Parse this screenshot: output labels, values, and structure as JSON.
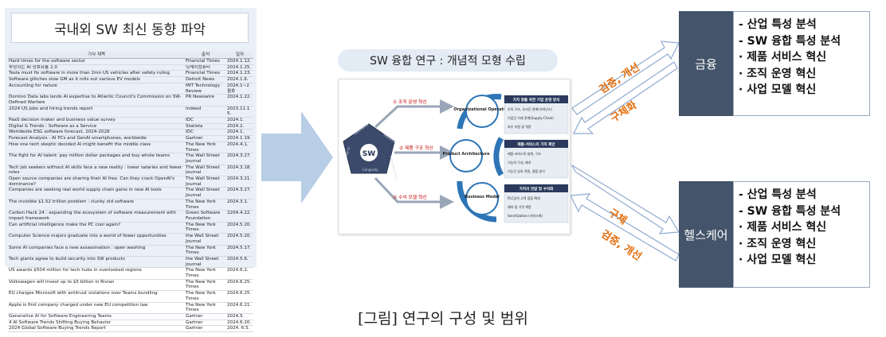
{
  "left": {
    "title": "국내외 SW 최신 동향 파악",
    "headers": [
      "기사 제목",
      "출처",
      "일자"
    ],
    "rows": [
      [
        "Hard times for the software sector",
        "Financial Times",
        "2024.1.12."
      ],
      [
        "부상하는 AI 상호유통 2.0",
        "닛케이컴퓨터",
        "2024.1.25."
      ],
      [
        "Tesla must fix software in more than 2mn US vehicles after safety ruling",
        "Financial Times",
        "2024.1.23."
      ],
      [
        "Software glitches slow GM as it rolls out various EV models",
        "Detroit News",
        "2024.1.6."
      ],
      [
        "Accounting for nature",
        "MIT Technology Review",
        "2024.1~2월호"
      ],
      [
        "Domino Data labs lends AI expertise to Atlantic Council's Commission on SW-Defined Warfare",
        "PR Newswire",
        "2024.1.22."
      ],
      [
        "2024 US jobs and hiring trends report",
        "Indeed",
        "2023.11.15."
      ],
      [
        "PaaS decision maker and business value survey",
        "IDC",
        "2024.1."
      ],
      [
        "Digital & Trends : Software as a Service",
        "Statista",
        "2024.2."
      ],
      [
        "Worldwide ESG software forecast, 2024-2028",
        "IDC",
        "2024.1."
      ],
      [
        "Forecast Analysis : AI PCs and GenAI smartphones, worldwide",
        "Gartner",
        "2024.1.19."
      ],
      [
        "How one tech skeptic decided AI might benefit the middle class",
        "The New York Times",
        "2024.4.1."
      ],
      [
        "The fight for AI talent: pay million dollar packages and buy whole teams",
        "The Wall Street Journal",
        "2024.3.27."
      ],
      [
        "Tech job seekers without AI skills face a new reality : lower salaries and fewer roles",
        "The Wall Street Journal",
        "2024.3.18."
      ],
      [
        "Open source companies are sharing their AI free. Can they crack OpenAI's dominance?",
        "The Wall Street Journal",
        "2024.3.21."
      ],
      [
        "Companies are seeking real world supply chain gains in new AI tools",
        "The Wall Street Journal",
        "2024.3.27."
      ],
      [
        "The invisible $1.52 trillion problem : clunky old software",
        "The New York Times",
        "2024.3.1."
      ],
      [
        "Carbon Hack 24 : expanding the ecosystem of software measurement with impact framework",
        "Green Software Foundation",
        "2204.4.22."
      ],
      [
        "Can artificial intelligence make the PC cool again?",
        "The New York Times",
        "2024.5.20."
      ],
      [
        "Computer Science majors graduate into a world of fewer opportunities",
        "the Wall Street Journal",
        "2024.5.20."
      ],
      [
        "Some AI companies face a new assassination : open washing",
        "The New York Times",
        "2024.5.17."
      ],
      [
        "Tech giants agree to build security into SW products",
        "the Wall Street Journal",
        "2024.5.6."
      ],
      [
        "US awards $504 million for tech hubs in overlooked regions",
        "The New York Times",
        "2024.6.2."
      ],
      [
        "Volkswagen will invest up to $5 billion in Rivian",
        "The New York Times",
        "2024.6.25."
      ],
      [
        "EU charges Microsoft with antitrust violations over Teams bundling",
        "The New York Times",
        "2024.6.25."
      ],
      [
        "Apple is first company charged under new EU competition law",
        "The New York Times",
        "2024.6.21."
      ],
      [
        "Generative AI for Software Engineering Teams",
        "Gartner",
        "2024.5."
      ],
      [
        "4 AI Software Trends Shifting Buying Behavior",
        "Gartner",
        "2024.6.20."
      ],
      [
        "2024 Global Software Buying Trends Report",
        "Gartner",
        "2024. 6.5."
      ]
    ]
  },
  "center": {
    "title": "SW 융합 연구 : 개념적 모형 수립",
    "hub": {
      "core": "SW",
      "ring": [
        "Reusability",
        "interconnectivity",
        "Updatability",
        "Integrity",
        "Congruity"
      ]
    },
    "branches": [
      "① 조직 운영 혁신",
      "② 제품 구조 혁신",
      "③ 수익 모델 혁신"
    ],
    "cycle": [
      "Organizational Operation",
      "Product Architecture",
      "Business Model"
    ],
    "details": [
      {
        "heading": "가치 창출 위한 기업 운영 방식",
        "items": [
          "조직 구조, 부서간 관계(거버넌스)",
          "기업간 거래 관계(Supply-Chain)",
          "보유 자원 및 역량"
        ]
      },
      {
        "heading": "제품·서비스의 가치 제안",
        "items": [
          "제품·서비스의 설계, 구조",
          "기능의 구성, 배치",
          "기능간 상호 작용, 결합 방식"
        ]
      },
      {
        "heading": "가치의 전달 및 수익화",
        "items": [
          "PLC상의 고객 접점 확대",
          "제약 및 가격 책정",
          "Servitization (서비스화)"
        ]
      }
    ]
  },
  "right": {
    "finance": {
      "label": "금융",
      "items": [
        "- 산업 특성 분석",
        "- SW 융합 특성 분석",
        "· 제품 서비스 혁신",
        "· 조직 운영 혁신",
        "· 사업 모델 혁신"
      ]
    },
    "health": {
      "label": "헬스케어",
      "items": [
        "- 산업 특성 분석",
        "- SW 융합 특성 분석",
        "· 제품 서비스 혁신",
        "· 조직 운영 혁신",
        "· 사업 모델 혁신"
      ]
    },
    "arrows": {
      "finance_verify": "검증, 개선",
      "finance_concretize": "구체화",
      "health_concretize": "구체",
      "health_verify": "검증, 개선"
    }
  },
  "caption": "[그림] 연구의 구성 및 범위",
  "colors": {
    "navy": "#44546a",
    "orange": "#e36c0a",
    "blue": "#2e75b6",
    "arrow": "#b8cde6"
  }
}
